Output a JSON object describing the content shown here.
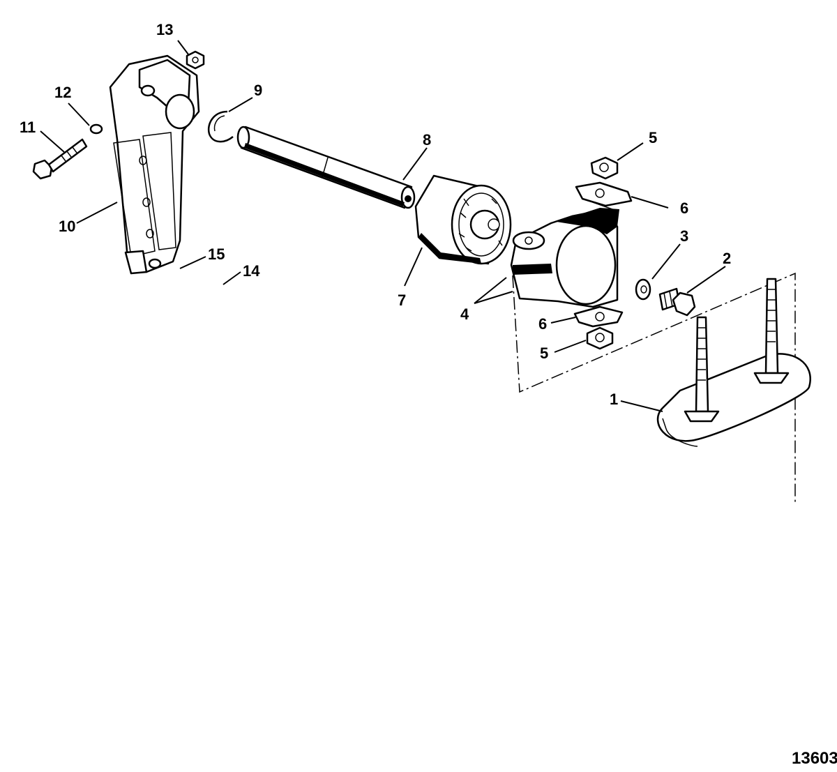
{
  "figure_number": "13603",
  "callouts": [
    "1",
    "2",
    "3",
    "4",
    "4",
    "5",
    "5",
    "6",
    "6",
    "7",
    "8",
    "9",
    "10",
    "11",
    "12",
    "13",
    "14",
    "15"
  ]
}
